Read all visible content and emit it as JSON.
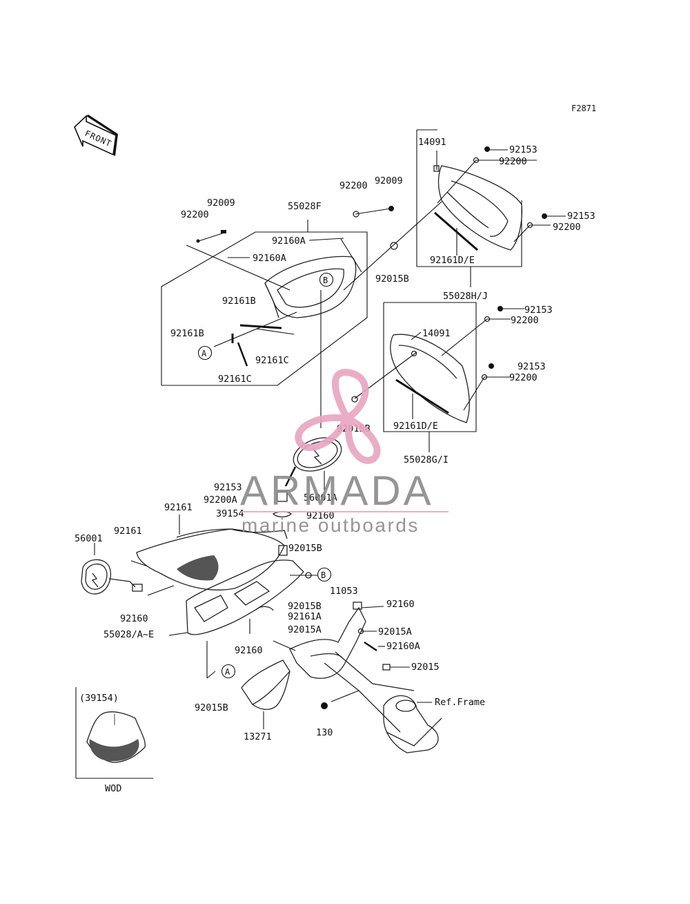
{
  "figure_code": "F2871",
  "front_label": "FRONT",
  "callouts": {
    "c14091_top": "14091",
    "c92153_a": "92153",
    "c92200_a": "92200",
    "c92153_b": "92153",
    "c92200_b": "92200",
    "c92200_c": "92200",
    "c92009_a": "92009",
    "c92009_b": "92009",
    "c92200_d": "92200",
    "c55028F": "55028F",
    "c92160A_a": "92160A",
    "c92160A_b": "92160A",
    "c92161DE_a": "92161D/E",
    "c92015B_a": "92015B",
    "c55028HJ": "55028H/J",
    "c92161B_a": "92161B",
    "c92161B_b": "92161B",
    "c92161C_a": "92161C",
    "c92161C_b": "92161C",
    "c92153_c": "92153",
    "c92200_e": "92200",
    "c14091_mid": "14091",
    "c92153_d": "92153",
    "c92200_f": "92200",
    "c92015B_b": "92015B",
    "c92161DE_b": "92161D/E",
    "c55028GI": "55028G/I",
    "c92153_e": "92153",
    "c92200A": "92200A",
    "c56001A": "56001A",
    "c92161_a": "92161",
    "c39154": "39154",
    "c92160_a": "92160",
    "c92161_b": "92161",
    "c56001": "56001",
    "c92015B_c": "92015B",
    "c92015B_d": "92015B",
    "c92161A": "92161A",
    "c11053": "11053",
    "c92160_b": "92160",
    "c92160_c": "92160",
    "c55028AE": "55028/A~E",
    "c92015A_a": "92015A",
    "c92015A_b": "92015A",
    "c92160_d": "92160",
    "c92160A_c": "92160A",
    "c92015": "92015",
    "c92015B_e": "92015B",
    "c13271": "13271",
    "c130": "130",
    "ref_frame": "Ref.Frame",
    "inset_part": "(39154)",
    "inset_caption": "WOD"
  },
  "markers": {
    "A1": "A",
    "B1": "B",
    "B2": "B",
    "A2": "A"
  },
  "watermark": {
    "brand": "ARMADA",
    "tagline": "marine outboards",
    "accent_color": "#e8a5c0",
    "text_color": "#8a8a8a"
  },
  "colors": {
    "line": "#111111",
    "background": "#ffffff"
  }
}
